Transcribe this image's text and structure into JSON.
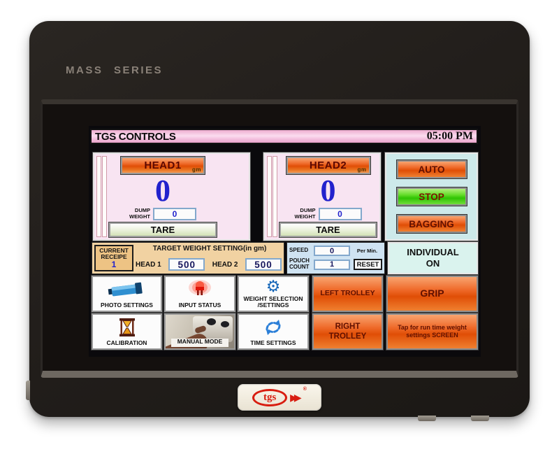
{
  "device": {
    "brand": "MASS SERIES",
    "logo_text": "tgs",
    "logo_arrows": "▶▶",
    "logo_reg": "®"
  },
  "titlebar": {
    "title": "TGS CONTROLS",
    "time": "05:00 PM"
  },
  "heads": [
    {
      "name": "HEAD1",
      "unit": "gm",
      "value": "0",
      "dump_label1": "DUMP",
      "dump_label2": "WEIGHT",
      "dump_value": "0",
      "tare": "TARE"
    },
    {
      "name": "HEAD2",
      "unit": "gm",
      "value": "0",
      "dump_label1": "DUMP",
      "dump_label2": "WEIGHT",
      "dump_value": "0",
      "tare": "TARE"
    }
  ],
  "mode_buttons": [
    {
      "label": "AUTO",
      "color": "orange"
    },
    {
      "label": "STOP",
      "color": "green"
    },
    {
      "label": "BAGGING",
      "color": "orange"
    }
  ],
  "recipe": {
    "label1": "CURRENT",
    "label2": "RECEIPE",
    "value": "1"
  },
  "target": {
    "title": "TARGET WEIGHT SETTING(in gm)",
    "head1_label": "HEAD 1",
    "head1_value": "500",
    "head2_label": "HEAD 2",
    "head2_value": "500"
  },
  "speed": {
    "label": "SPEED",
    "value": "0",
    "unit": "Per Min."
  },
  "pouch": {
    "label1": "POUCH",
    "label2": "COUNT",
    "value": "1",
    "reset": "RESET"
  },
  "individual": {
    "line1": "INDIVIDUAL",
    "line2": "ON"
  },
  "menu": {
    "row1": [
      {
        "line1": "PHOTO SETTINGS",
        "line2": "",
        "icon": "photo-sensor-icon"
      },
      {
        "line1": "INPUT STATUS",
        "line2": "",
        "icon": "red-led-icon"
      },
      {
        "line1": "WEIGHT SELECTION",
        "line2": "/SETTINGS",
        "icon": "gear-icon"
      },
      {
        "line1": "LEFT TROLLEY",
        "line2": ""
      },
      {
        "line1": "GRIP",
        "line2": ""
      }
    ],
    "row2": [
      {
        "line1": "CALIBRATION",
        "line2": "",
        "icon": "hourglass-icon"
      },
      {
        "line1": "MANUAL MODE",
        "line2": "",
        "icon": "hand-press-photo"
      },
      {
        "line1": "TIME SETTINGS",
        "line2": "",
        "icon": "time-sync-icon"
      },
      {
        "line1": "RIGHT",
        "line2": "TROLLEY"
      },
      {
        "line1": "Tap for run time weight",
        "line2": "settings SCREEN"
      }
    ]
  },
  "icons": {
    "gear_glyph": "⚙"
  },
  "colors": {
    "titlebar_pink": "#f3bede",
    "panel_pink": "#f8e4f2",
    "panel_cyan": "#cde9ea",
    "panel_tan": "#f1d2a2",
    "panel_blue": "#cfe3f2",
    "button_orange": "#e8560e",
    "button_green": "#4ed321",
    "value_blue": "#2222cd",
    "logo_red": "#d81d10",
    "bezel_black": "#221e1b"
  }
}
